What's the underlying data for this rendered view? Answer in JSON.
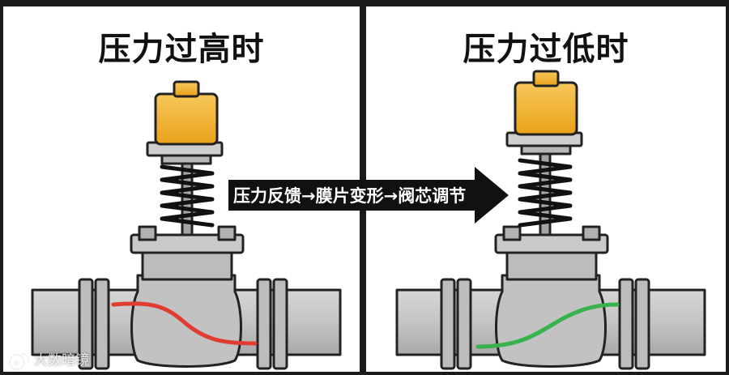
{
  "panels": {
    "left": {
      "title": "压力过高时",
      "flow_color": "#e03c31"
    },
    "right": {
      "title": "压力过低时",
      "flow_color": "#37b24d"
    }
  },
  "arrow": {
    "label": "压力反馈→膜片变形→阀芯调节"
  },
  "watermark": {
    "text": "大数暗镜"
  },
  "colors": {
    "panel_background": "#ffffff",
    "outer_background": "#1a1a1a",
    "pipe": "#c7c7c7",
    "actuator_cap": "#f2b233",
    "arrow": "#111111"
  },
  "icons": [
    "valve-icon",
    "spring-icon",
    "actuator-icon",
    "weibo-logo-icon"
  ]
}
